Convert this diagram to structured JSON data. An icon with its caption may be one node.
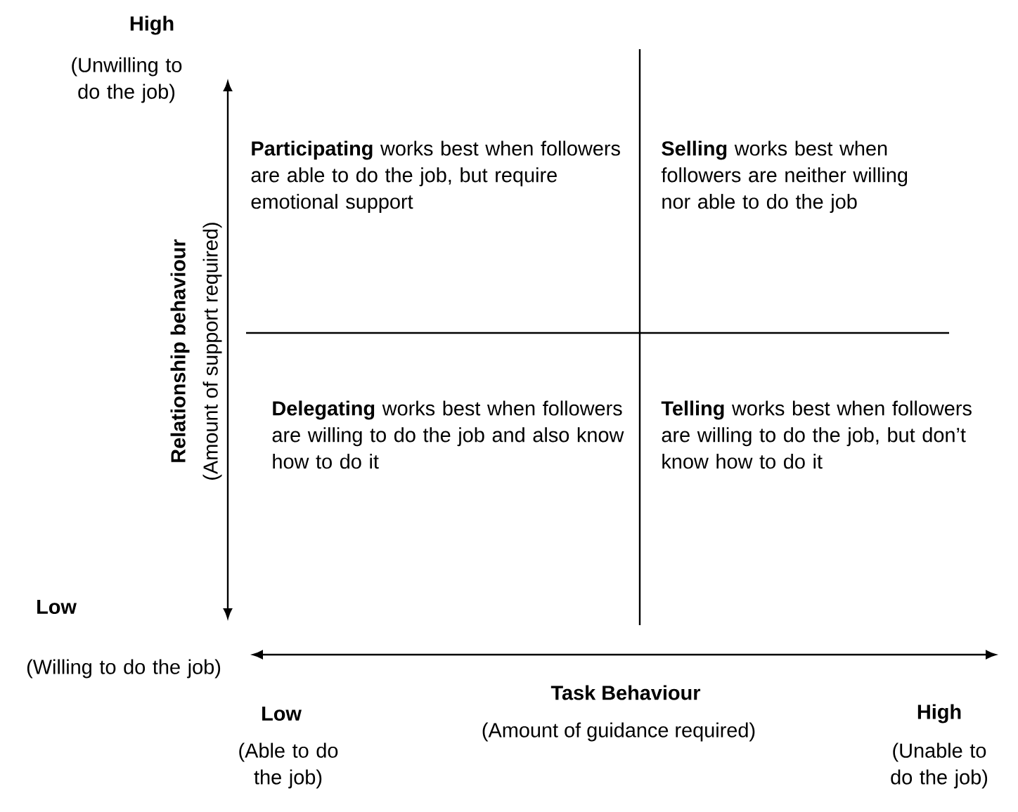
{
  "diagram": {
    "labels": [
      "High",
      "(Unwilling to do the job)",
      "Relationship behaviour",
      "(Amount of support required)",
      "**Participating** works best when followers are able to do the job, but require emotional support",
      "**Selling** works best when followers are neither willing nor able to do the job",
      "**Delegating** works best when followers are willing to do the job and also know how to do it",
      "**Telling** works best when followers are willing to do the job, but don’t know how to do it",
      "Low",
      "(Willing to do the job)",
      "Low",
      "(Able to do the job)",
      "Task Behaviour",
      "(Amount of guidance required)",
      "High",
      "(Unable to do the job)"
    ]
  }
}
